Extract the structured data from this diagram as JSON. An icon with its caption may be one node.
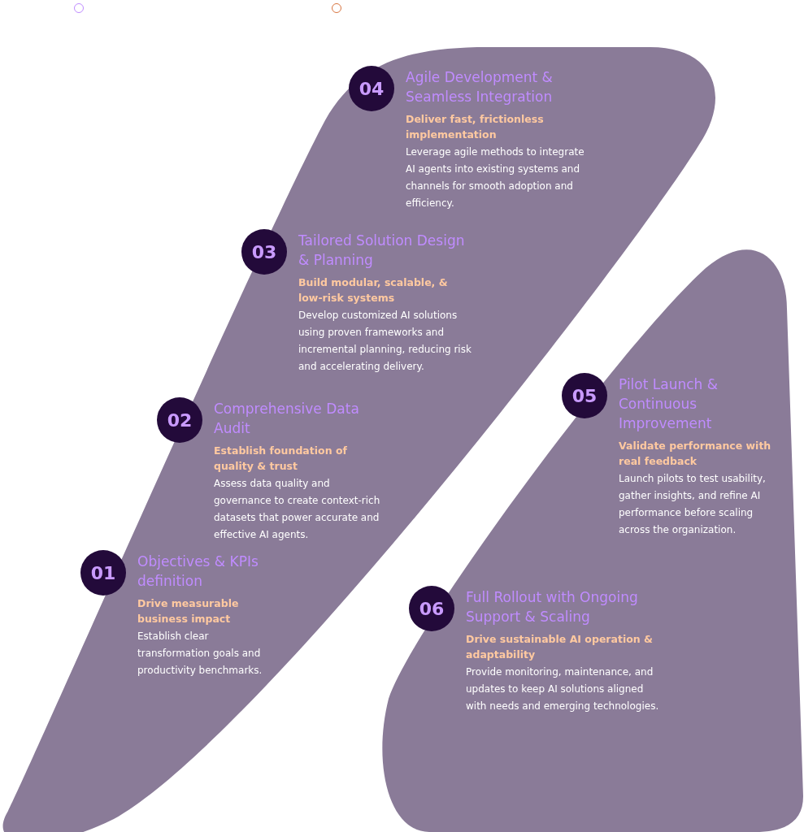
{
  "diagram": {
    "nodes": [
      {
        "text": [],
        "shape": "band"
      },
      {
        "text": [],
        "shape": "band"
      },
      {
        "text": [
          "01",
          "Objectives & KPIs definition",
          "Drive measurable business impact",
          "Establish clear transformation goals and productivity benchmarks."
        ],
        "in": 0
      },
      {
        "text": [
          "02",
          "Comprehensive Data Audit",
          "Establish foundation of quality & trust",
          "Assess data quality and governance to create context-rich datasets that power accurate and effective AI agents."
        ],
        "in": 0
      },
      {
        "text": [
          "03",
          "Tailored Solution Design & Planning",
          "Build modular, scalable, & low-risk systems",
          "Develop customized AI solutions using proven frameworks and incremental planning, reducing risk and accelerating delivery."
        ],
        "in": 0
      },
      {
        "text": [
          "04",
          "Agile Development & Seamless Integration",
          "Deliver fast, frictionless implementation",
          "Leverage agile methods to integrate AI agents into existing systems and channels for smooth adoption and efficiency."
        ],
        "in": 0
      },
      {
        "text": [
          "05",
          "Pilot Launch & Continuous Improvement",
          "Validate performance with real feedback",
          "Launch pilots to test usability, gather insights, and refine AI performance before scaling across the organization."
        ],
        "in": 1
      },
      {
        "text": [
          "06",
          "Full Rollout with Ongoing Support & Scaling",
          "Drive sustainable AI operation & adaptability",
          "Provide monitoring, maintenance, and updates to keep AI solutions aligned with needs and emerging technologies."
        ],
        "in": 1
      }
    ],
    "edges": []
  }
}
